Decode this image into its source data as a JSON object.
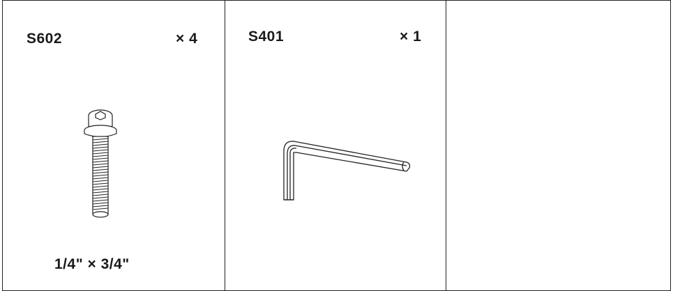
{
  "parts": [
    {
      "code": "S602",
      "quantity": "× 4",
      "size": "1/4\" × 3/4\"",
      "icon": "flange-bolt-icon"
    },
    {
      "code": "S401",
      "quantity": "× 1",
      "icon": "hex-key-icon"
    },
    {}
  ]
}
